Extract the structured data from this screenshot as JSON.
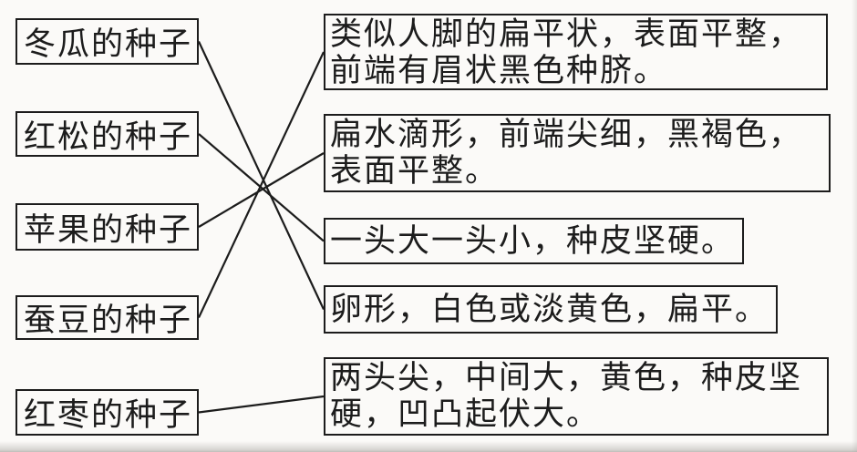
{
  "page": {
    "type": "seed-matching-worksheet",
    "ink_color": "#1c1c1c",
    "paper_color": "#fbfaf8"
  },
  "left_items": [
    {
      "id": "winter-melon",
      "label": "冬瓜的种子"
    },
    {
      "id": "korean-pine",
      "label": "红松的种子"
    },
    {
      "id": "apple",
      "label": "苹果的种子"
    },
    {
      "id": "broad-bean",
      "label": "蚕豆的种子"
    },
    {
      "id": "red-date",
      "label": "红枣的种子"
    }
  ],
  "right_items": [
    {
      "id": "desc-footlike",
      "text": "类似人脚的扁平状，表面平整，前端有眉状黑色种脐。"
    },
    {
      "id": "desc-teardrop",
      "text": "扁水滴形，前端尖细，黑褐色，表面平整。"
    },
    {
      "id": "desc-big-small",
      "text": "一头大一头小，种皮坚硬。"
    },
    {
      "id": "desc-oval",
      "text": "卵形，白色或淡黄色，扁平。"
    },
    {
      "id": "desc-two-points",
      "text": "两头尖，中间大，黄色，种皮坚硬，凹凸起伏大。"
    }
  ],
  "connections": [
    {
      "from_index": 0,
      "to_index": 3,
      "from": "冬瓜的种子",
      "to": "卵形，白色或淡黄色，扁平。"
    },
    {
      "from_index": 1,
      "to_index": 2,
      "from": "红松的种子",
      "to": "一头大一头小，种皮坚硬。"
    },
    {
      "from_index": 2,
      "to_index": 1,
      "from": "苹果的种子",
      "to": "扁水滴形，前端尖细，黑褐色，表面平整。"
    },
    {
      "from_index": 3,
      "to_index": 0,
      "from": "蚕豆的种子",
      "to": "类似人脚的扁平状，表面平整，前端有眉状黑色种脐。"
    },
    {
      "from_index": 4,
      "to_index": 4,
      "from": "红枣的种子",
      "to": "两头尖，中间大，黄色，种皮坚硬，凹凸起伏大。"
    }
  ]
}
